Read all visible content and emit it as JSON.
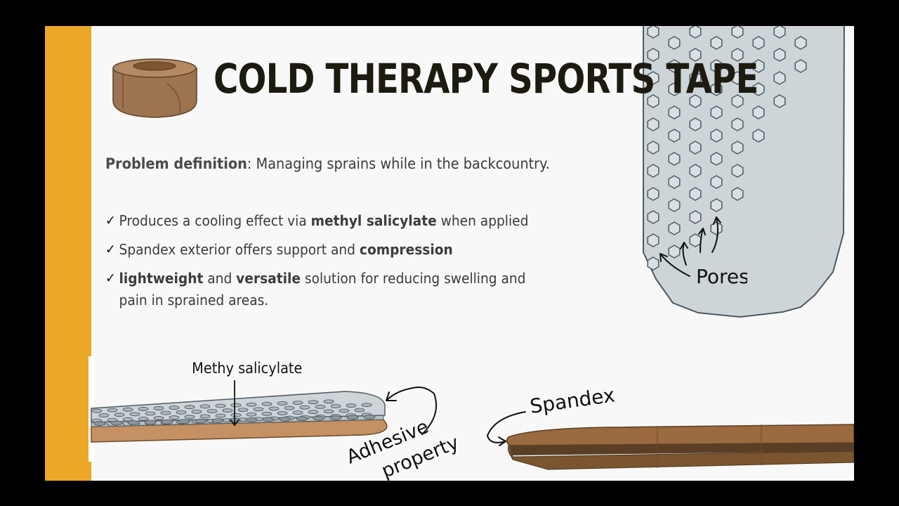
{
  "title": "COLD THERAPY SPORTS TAPE",
  "problem": {
    "label": "Problem definition",
    "text": ": Managing sprains while in the backcountry."
  },
  "bullets": [
    {
      "pre": "Produces a cooling effect via ",
      "bold": "methyl salicylate",
      "post": " when applied"
    },
    {
      "pre": "Spandex exterior offers support and ",
      "bold": "compression",
      "post": ""
    },
    {
      "bold1": "lightweight",
      "mid": " and ",
      "bold2": "versatile",
      "post": " solution for reducing swelling and pain in sprained areas."
    }
  ],
  "check_glyph": "✓",
  "annotations": {
    "pores": "Pores",
    "methyl": "Methy salicylate",
    "adhesive": "Adhesive",
    "property": "property",
    "spandex": "Spandex"
  },
  "colors": {
    "accent": "#eaa826",
    "tape_brown": "#9c6a3f",
    "perforated_layer": "#cfd8dc"
  },
  "icons": [
    "tape-roll-icon",
    "check-icon",
    "arrow-icon"
  ]
}
